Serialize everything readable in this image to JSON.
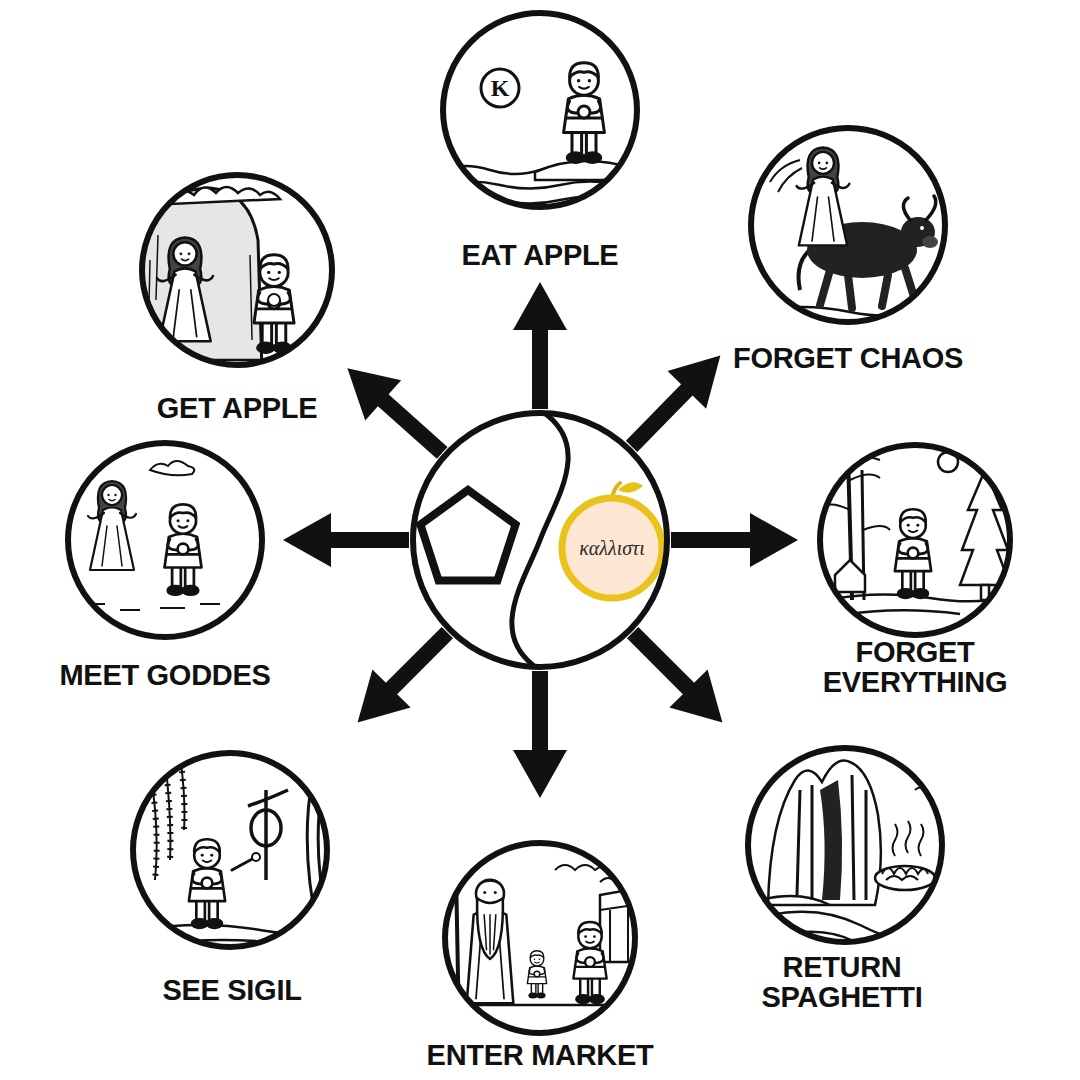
{
  "diagram": {
    "nodes": [
      {
        "text": [
          "καλλιστι"
        ]
      },
      {
        "text": [
          "EAT APPLE"
        ]
      },
      {
        "text": [
          "FORGET CHAOS"
        ]
      },
      {
        "text": [
          "FORGET EVERYTHING"
        ]
      },
      {
        "text": [
          "RETURN SPAGHETTI"
        ]
      },
      {
        "text": [
          "ENTER MARKET"
        ]
      },
      {
        "text": [
          "SEE SIGIL"
        ]
      },
      {
        "text": [
          "MEET GODDES"
        ]
      },
      {
        "text": [
          "GET APPLE"
        ]
      }
    ],
    "edges": [
      {
        "from": 0,
        "to": 1,
        "arrow": "to"
      },
      {
        "from": 0,
        "to": 2,
        "arrow": "to"
      },
      {
        "from": 0,
        "to": 3,
        "arrow": "to"
      },
      {
        "from": 0,
        "to": 4,
        "arrow": "to"
      },
      {
        "from": 0,
        "to": 5,
        "arrow": "to"
      },
      {
        "from": 0,
        "to": 6,
        "arrow": "to"
      },
      {
        "from": 0,
        "to": 7,
        "arrow": "to"
      },
      {
        "from": 0,
        "to": 8,
        "arrow": "to"
      }
    ],
    "labels": [
      "K"
    ]
  }
}
